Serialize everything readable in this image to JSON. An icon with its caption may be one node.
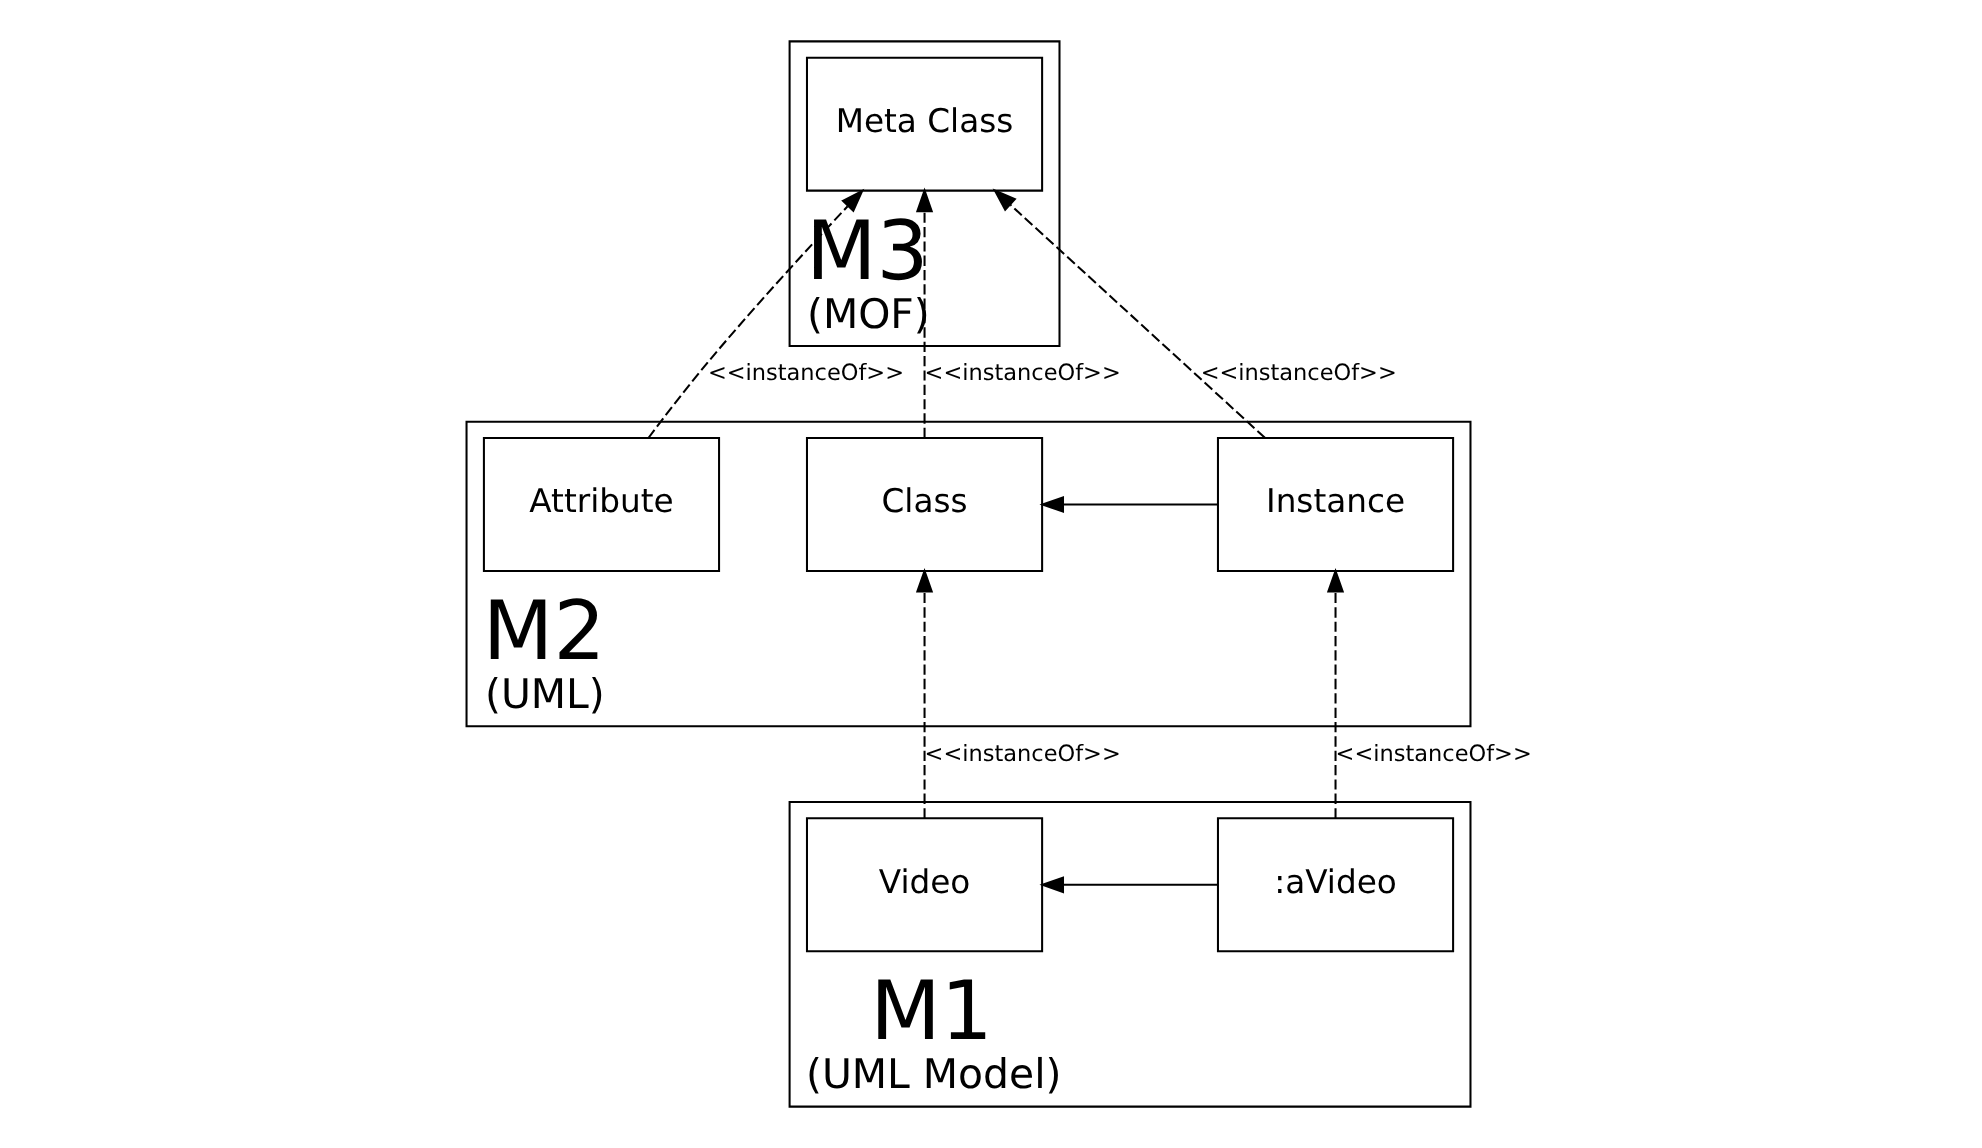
{
  "diagram": {
    "nodes": [
      {
        "text": [
          "M3",
          "(MOF)"
        ]
      },
      {
        "text": [
          "Meta Class"
        ],
        "in": 0
      },
      {
        "text": [
          "M2",
          "(UML)"
        ]
      },
      {
        "text": [
          "Attribute"
        ],
        "in": 2
      },
      {
        "text": [
          "Class"
        ],
        "in": 2
      },
      {
        "text": [
          "Instance"
        ],
        "in": 2
      },
      {
        "text": [
          "M1",
          "(UML Model)"
        ]
      },
      {
        "text": [
          "Video"
        ],
        "in": 6
      },
      {
        "text": [
          ":aVideo"
        ],
        "in": 6
      }
    ],
    "edges": [
      {
        "from": 3,
        "to": 1,
        "arrow": "to",
        "style": "dashed",
        "label": "<<instanceOf>>"
      },
      {
        "from": 4,
        "to": 1,
        "arrow": "to",
        "style": "dashed",
        "label": "<<instanceOf>>"
      },
      {
        "from": 5,
        "to": 1,
        "arrow": "to",
        "style": "dashed",
        "label": "<<instanceOf>>"
      },
      {
        "from": 5,
        "to": 4,
        "arrow": "to"
      },
      {
        "from": 7,
        "to": 4,
        "arrow": "to",
        "style": "dashed",
        "label": "<<instanceOf>>"
      },
      {
        "from": 8,
        "to": 5,
        "arrow": "to",
        "style": "dashed",
        "label": "<<instanceOf>>"
      },
      {
        "from": 8,
        "to": 7,
        "arrow": "to"
      }
    ]
  }
}
